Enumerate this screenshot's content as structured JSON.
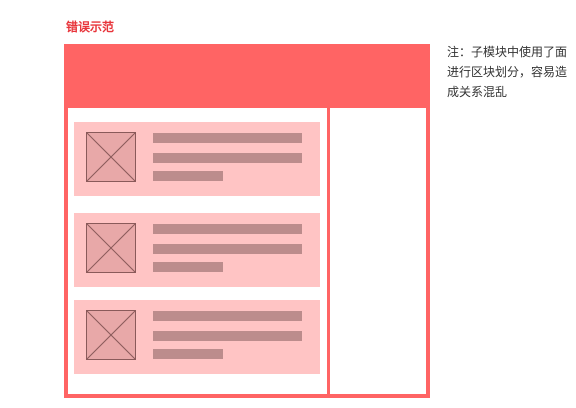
{
  "title": "错误示范",
  "note": {
    "lines": [
      "注：子模块中使用了面",
      "进行区块划分，容易造",
      "成关系混乱"
    ]
  },
  "colors": {
    "accent": "#ff6464",
    "title": "#e8353b",
    "card": "#ffc4c4",
    "text_bar": "#bc8c8c",
    "thumb_fill": "#e8a8a8",
    "thumb_stroke": "#8a5a5a"
  },
  "cards": [
    {
      "icon": "image-placeholder-icon"
    },
    {
      "icon": "image-placeholder-icon"
    },
    {
      "icon": "image-placeholder-icon"
    }
  ]
}
